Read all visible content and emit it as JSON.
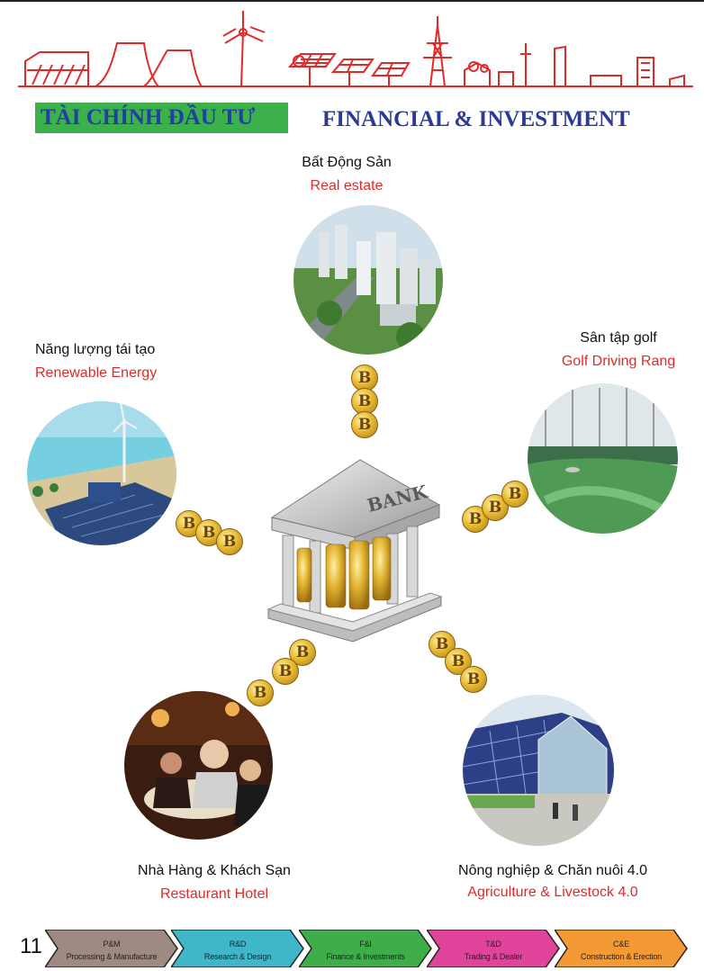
{
  "header": {
    "title_vn": "TÀI CHÍNH ĐẦU TƯ",
    "title_en": "FINANCIAL & INVESTMENT"
  },
  "center": {
    "bank_sign": "BANK"
  },
  "coin_glyph": "B",
  "sections": {
    "real_estate": {
      "vn": "Bất Động Sản",
      "en": "Real estate"
    },
    "renewable": {
      "vn": "Năng lượng tái tạo",
      "en": "Renewable Energy"
    },
    "golf": {
      "vn": "Sân tập golf",
      "en": "Golf Driving Rang"
    },
    "restaurant": {
      "vn": "Nhà Hàng & Khách Sạn",
      "en": "Restaurant Hotel"
    },
    "agriculture": {
      "vn": "Nông nghiệp  & Chăn nuôi 4.0",
      "en": "Agriculture  & Livestock 4.0"
    }
  },
  "footer": {
    "page_number": "11",
    "tabs": [
      {
        "abbr": "P&M",
        "label": "Processing & Manufacture",
        "color": "#9e8a82"
      },
      {
        "abbr": "R&D",
        "label": "Research & Design",
        "color": "#3fb7c9"
      },
      {
        "abbr": "F&I",
        "label": "Finance & Investments",
        "color": "#3dae49"
      },
      {
        "abbr": "T&D",
        "label": "Trading & Dealer",
        "color": "#e0439a"
      },
      {
        "abbr": "C&E",
        "label": "Construction & Erection",
        "color": "#f39a35"
      }
    ]
  },
  "colors": {
    "title_bg": "#3cb04a",
    "title_text": "#1f3fa3",
    "accent_red": "#e02a2a",
    "skyline": "#e02a2a"
  }
}
